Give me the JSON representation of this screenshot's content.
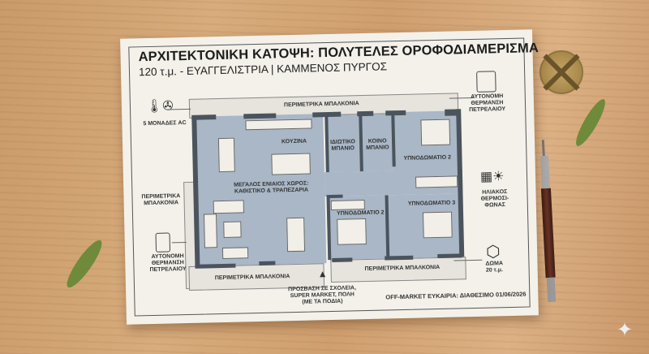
{
  "plan": {
    "title": "ΑΡΧΙΤΕΚΤΟΝΙΚΗ ΚΑΤΟΨΗ: ΠΟΛΥΤΕΛΕΣ ΟΡΟΦΟΔΙΑΜΕΡΙΣΜΑ",
    "subtitle": "120 τ.μ. - ΕΥΑΓΓΕΛΙΣΤΡΙΑ | ΚΑΜΜΕΝΟΣ ΠΥΡΓΟΣ",
    "rooms": {
      "kitchen": "ΚΟΥΖΙΝΑ",
      "private_bath": "ΙΔΙΩΤΙΚΟ\nΜΠΑΝΙΟ",
      "common_bath": "ΚΟΙΝΟ\nΜΠΑΝΙΟ",
      "bedroom_top": "ΥΠΝΟΔΩΜΑΤΙΟ 2",
      "living": "ΜΕΓΑΛΟΣ ΕΝΙΑΙΟΣ ΧΩΡΟΣ:\nΚΑΘΙΣΤΙΚΟ & ΤΡΑΠΕΖΑΡΙΑ",
      "bedroom_2": "ΥΠΝΟΔΩΜΑΤΙΟ 2",
      "bedroom_3": "ΥΠΝΟΔΩΜΑΤΙΟ 3"
    },
    "balconies": {
      "top": "ΠΕΡΙΜΕΤΡΙΚΑ ΜΠΑΛΚΟΝΙΑ",
      "left": "ΠΕΡΙΜΕΤΡΙΚΑ\nΜΠΑΛΚΟΝΙΑ",
      "bottom_left": "ΠΕΡΙΜΕΤΡΙΚΑ ΜΠΑΛΚΟΝΙΑ",
      "bottom_right": "ΠΕΡΙΜΕΤΡΙΚΑ ΜΠΑΛΚΟΝΙΑ"
    },
    "callouts": {
      "ac": "5 ΜΟΝΑΔΕΣ AC",
      "heating_right": "ΑΥΤΟΝΟΜΗ\nΘΕΡΜΑΝΣΗ\nΠΕΤΡΕΛΑΙΟΥ",
      "heating_left": "ΑΥΤΟΝΟΜΗ\nΘΕΡΜΑΝΣΗ\nΠΕΤΡΕΛΑΙΟΥ",
      "solar": "ΗΛΙΑΚΟΣ\nΘΕΡΜΟΣΙ-\nΦΩΝΑΣ",
      "storage": "ΔΩΜΑ\n20 τ.μ.",
      "access": "ΠΡΟΣΒΑΣΗ ΣΕ ΣΧΟΛΕΙΑ,\nSUPER MARKET, ΠΟΛΗ\n(ΜΕ ΤΑ ΠΟΔΙΑ)",
      "offer": "OFF-MARKET ΕΥΚΑΙΡΙΑ: ΔΙΑΘΕΣΙΜΟ 01/06/2026"
    }
  },
  "colors": {
    "floor": "#a9b7c7",
    "wall": "#4b545d",
    "paper": "#f3f1ea",
    "wood": "#d2a474"
  }
}
